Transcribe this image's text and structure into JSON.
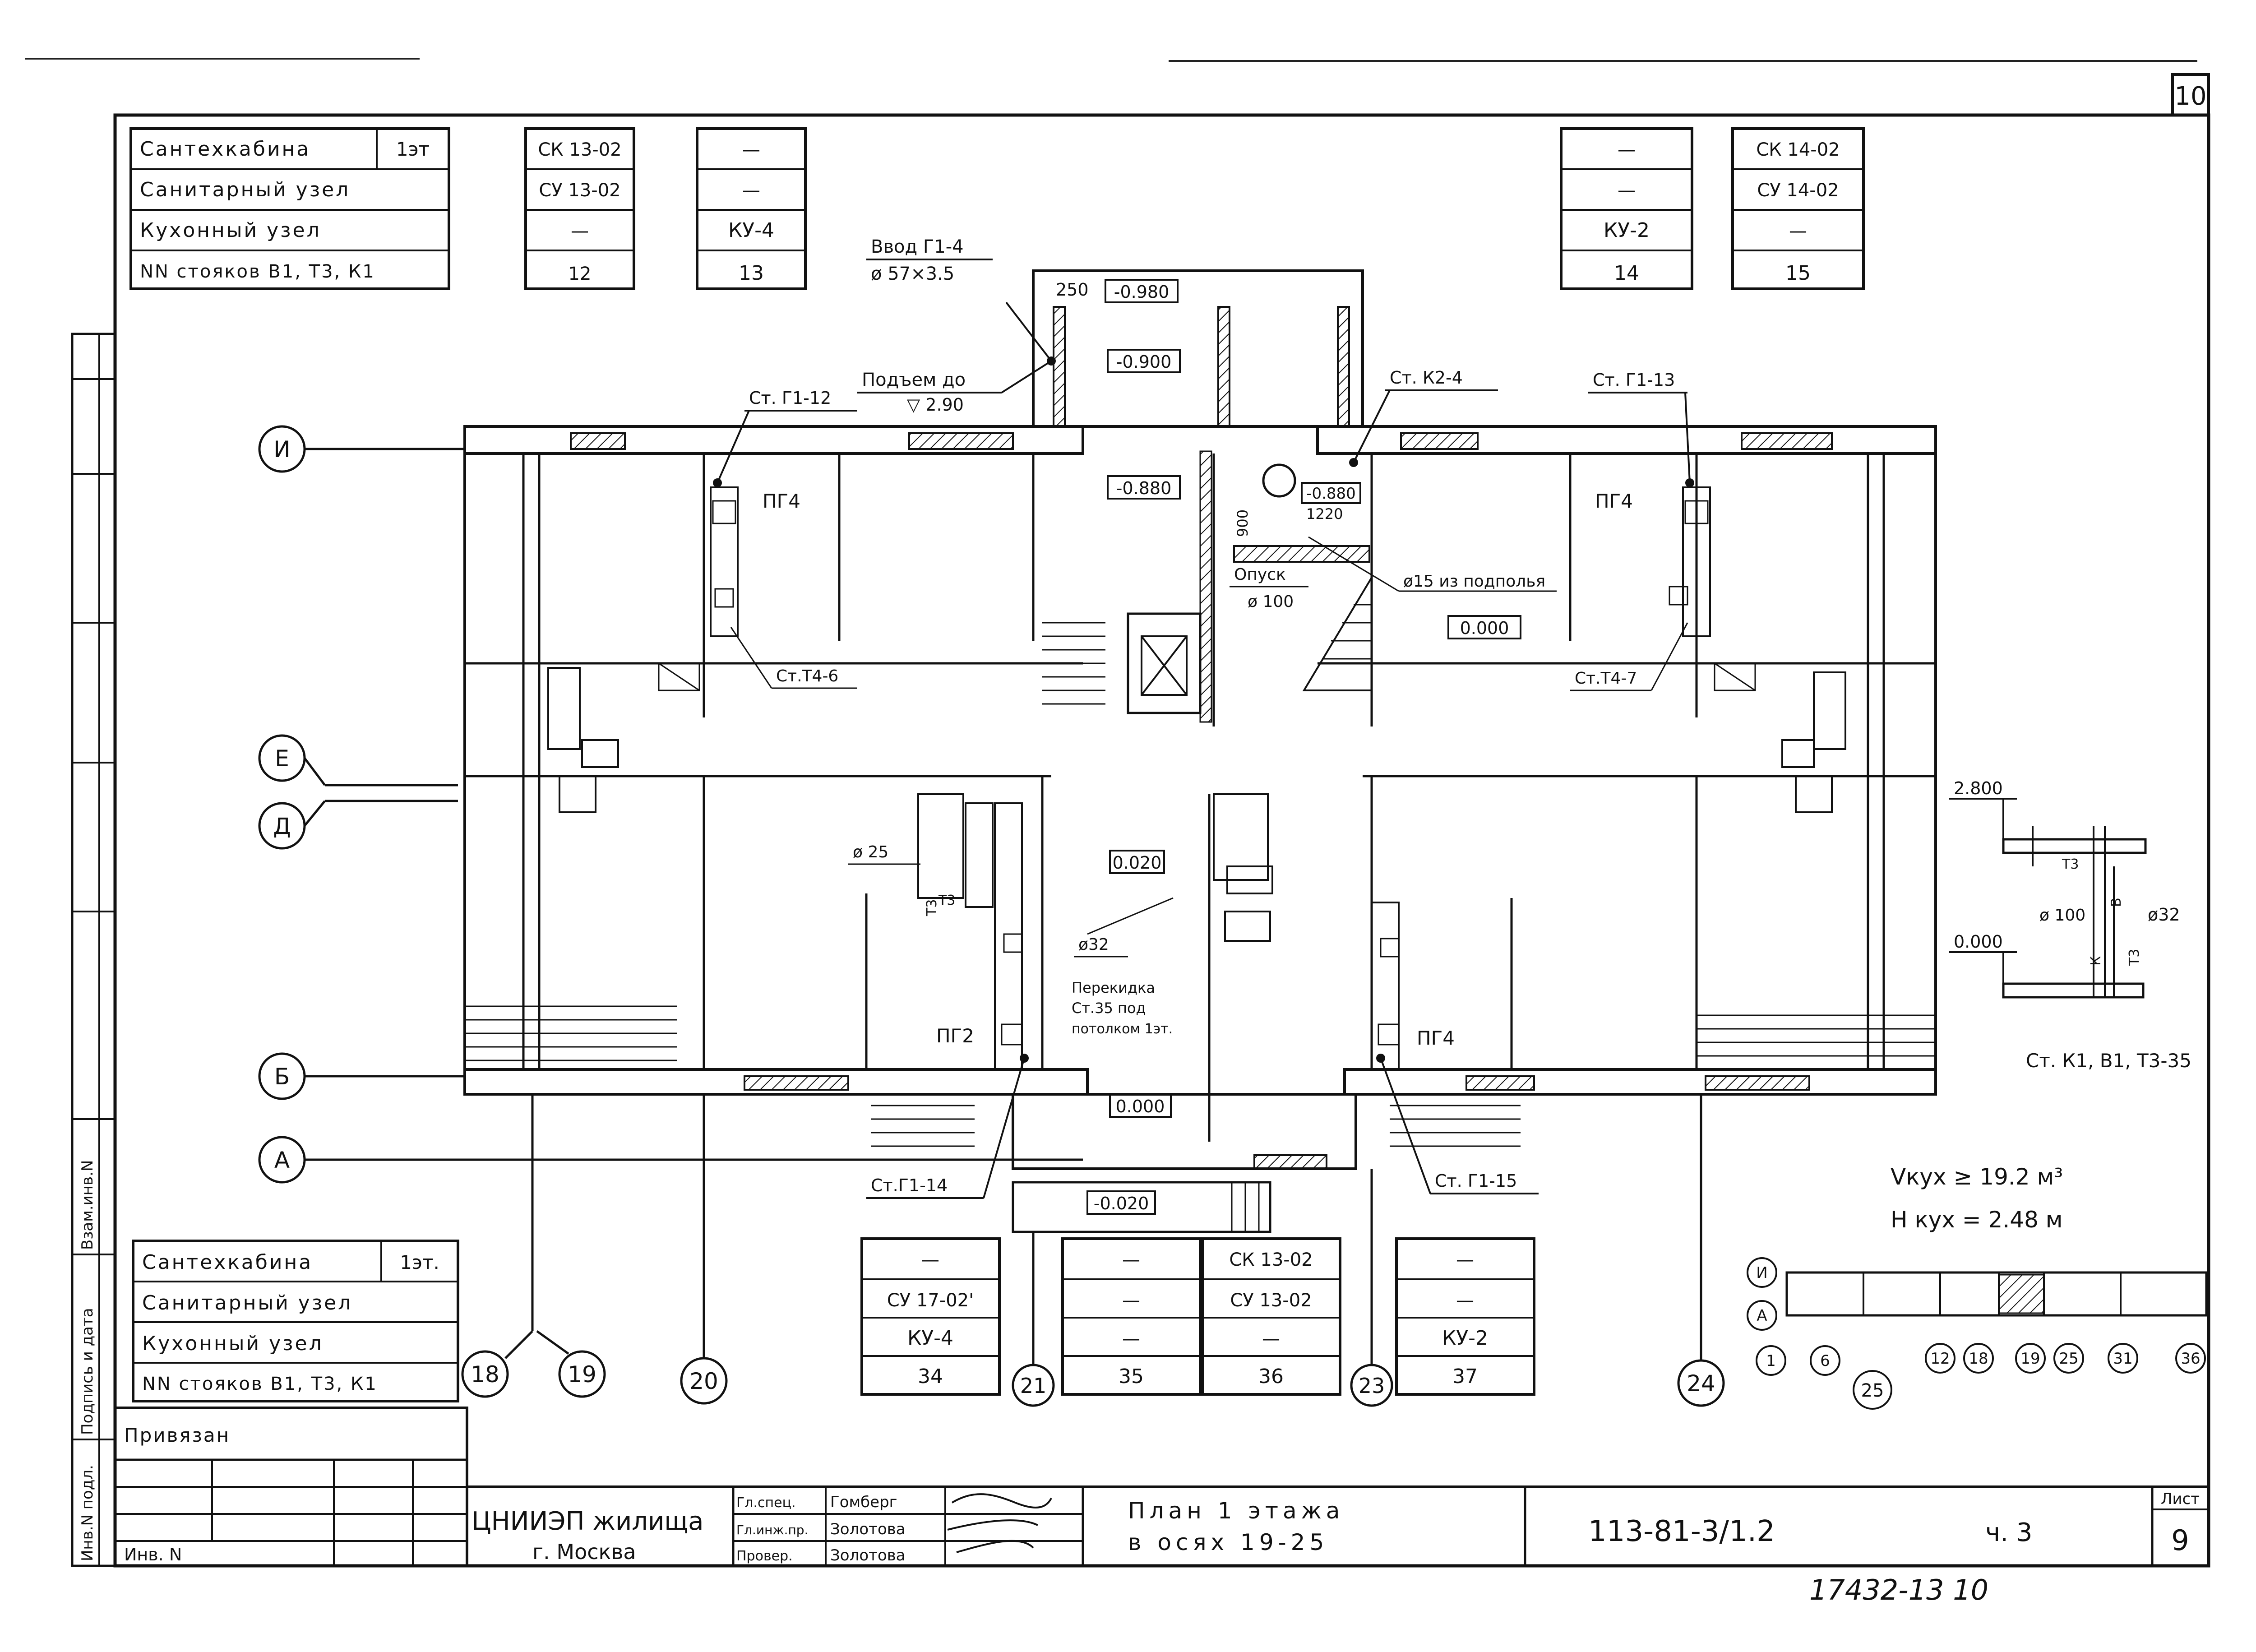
{
  "sheet_number_top": "10",
  "top_left_legend": {
    "rows": [
      {
        "label": "Сантехкабина",
        "extra": "1эт"
      },
      {
        "label": "Санитарный узел",
        "extra": ""
      },
      {
        "label": "Кухонный узел",
        "extra": ""
      },
      {
        "label": "NN стояков В1, Т3, К1",
        "extra": ""
      }
    ]
  },
  "top_columns": [
    {
      "values": [
        "СК 13-02",
        "СУ 13-02",
        "—",
        "12"
      ]
    },
    {
      "values": [
        "—",
        "—",
        "КУ-4",
        "13"
      ]
    },
    {
      "values": [
        "—",
        "—",
        "КУ-2",
        "14"
      ]
    },
    {
      "values": [
        "СК 14-02",
        "СУ 14-02",
        "—",
        "15"
      ]
    }
  ],
  "bottom_left_legend": {
    "rows": [
      {
        "label": "Сантехкабина",
        "extra": "1эт."
      },
      {
        "label": "Санитарный узел",
        "extra": ""
      },
      {
        "label": "Кухонный узел",
        "extra": ""
      },
      {
        "label": "NN стояков В1, Т3, К1",
        "extra": ""
      }
    ]
  },
  "bottom_columns": [
    {
      "values": [
        "—",
        "СУ 17-02'",
        "КУ-4",
        "34"
      ]
    },
    {
      "values": [
        "—",
        "—",
        "—",
        "35"
      ]
    },
    {
      "values": [
        "СК 13-02",
        "СУ 13-02",
        "—",
        "36"
      ]
    },
    {
      "values": [
        "—",
        "—",
        "КУ-2",
        "37"
      ]
    }
  ],
  "axis_rows": [
    "И",
    "Е",
    "Д",
    "Б",
    "А"
  ],
  "axis_cols": [
    "18",
    "19",
    "20",
    "21",
    "23",
    "24"
  ],
  "annotations": {
    "vvod": "Ввод Г1-4",
    "vvod_dim": "ø 57×3.5",
    "podjem": "Подъем до",
    "podjem_lvl": "▽ 2.90",
    "d250": "250",
    "lvl_0980": "-0.980",
    "lvl_0900": "-0.900",
    "lvl_0880a": "-0.880",
    "lvl_0880b": "-0.880",
    "d1220": "1220",
    "d900": "900",
    "st_g1_12": "Ст. Г1-12",
    "st_k2_4": "Ст. К2-4",
    "st_g1_13": "Ст. Г1-13",
    "pg4_left": "ПГ4",
    "pg4_right": "ПГ4",
    "pg4_bottom": "ПГ4",
    "pg2": "ПГ2",
    "opusk": "Опуск",
    "opusk_d": "ø 100",
    "d15": "ø15 из подполья",
    "lvl_000_mid": "0.000",
    "st_t4_6": "Ст.Т4-6",
    "st_t4_7": "Ст.Т4-7",
    "d25": "ø 25",
    "t3a": "Т3",
    "t3b": "Т3",
    "lvl_0020": "0.020",
    "d32": "ø32",
    "perekidka_1": "Перекидка",
    "perekidka_2": "Ст.35 под",
    "perekidka_3": "потолком 1эт.",
    "lvl_000_bot": "0.000",
    "lvl_0020neg": "-0.020",
    "st_g1_14": "Ст.Г1-14",
    "st_g1_15": "Ст. Г1-15"
  },
  "riser_detail": {
    "lvl_top": "2.800",
    "lvl_bottom": "0.000",
    "t3": "Т3",
    "b": "В",
    "k": "К",
    "t3v": "Т3",
    "d100": "ø 100",
    "d32": "ø32",
    "caption": "Ст. К1, В1, Т3-35"
  },
  "volume": {
    "line1": "Vкух ≥ 19.2 м³",
    "line2": "H кух = 2.48 м"
  },
  "key_plan": {
    "rows": [
      "И",
      "А"
    ],
    "cols": [
      "1",
      "6",
      "25",
      "12",
      "18",
      "19",
      "25",
      "31",
      "36"
    ]
  },
  "title_block": {
    "privyazan": "Привязан",
    "inv": "Инв. N",
    "org_1": "ЦНИИЭП жилища",
    "org_2": "г. Москва",
    "roles": [
      "Гл.спец.",
      "Гл.инж.пр.",
      "Провер."
    ],
    "names": [
      "Гомберг",
      "Золотова",
      "Золотова"
    ],
    "sheet_title_1": "План 1 этажа",
    "sheet_title_2": "в осях 19-25",
    "code": "113-81-3/1.2",
    "part": "ч. 3",
    "list_label": "Лист",
    "list_num": "9"
  },
  "side_stamp": [
    "Инв.N подл.",
    "Подпись и дата",
    "Взам.инв.N"
  ],
  "archive_number": "17432-13 10"
}
